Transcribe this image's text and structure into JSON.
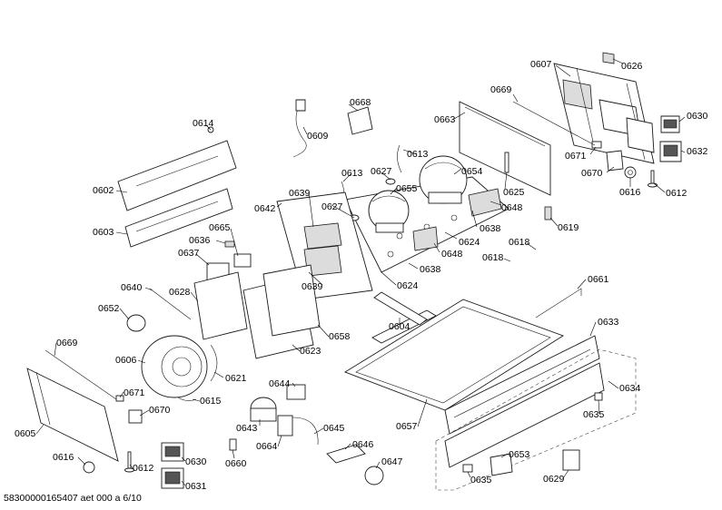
{
  "reference": "58300000165407 aet 000 a 6/10",
  "callouts": [
    {
      "id": "c0607",
      "text": "0607"
    },
    {
      "id": "c0626",
      "text": "0626"
    },
    {
      "id": "c0669a",
      "text": "0669"
    },
    {
      "id": "c0663",
      "text": "0663"
    },
    {
      "id": "c0630a",
      "text": "0630"
    },
    {
      "id": "c0632",
      "text": "0632"
    },
    {
      "id": "c0671a",
      "text": "0671"
    },
    {
      "id": "c0670a",
      "text": "0670"
    },
    {
      "id": "c0616a",
      "text": "0616"
    },
    {
      "id": "c0612a",
      "text": "0612"
    },
    {
      "id": "c0668",
      "text": "0668"
    },
    {
      "id": "c0609",
      "text": "0609"
    },
    {
      "id": "c0614",
      "text": "0614"
    },
    {
      "id": "c0613a",
      "text": "0613"
    },
    {
      "id": "c0613b",
      "text": "0613"
    },
    {
      "id": "c0627a",
      "text": "0627"
    },
    {
      "id": "c0654",
      "text": "0654"
    },
    {
      "id": "c0655",
      "text": "0655"
    },
    {
      "id": "c0625",
      "text": "0625"
    },
    {
      "id": "c0648a",
      "text": "0648"
    },
    {
      "id": "c0619",
      "text": "0619"
    },
    {
      "id": "c0602",
      "text": "0602"
    },
    {
      "id": "c0639a",
      "text": "0639"
    },
    {
      "id": "c0627b",
      "text": "0627"
    },
    {
      "id": "c0642",
      "text": "0642"
    },
    {
      "id": "c0638a",
      "text": "0638"
    },
    {
      "id": "c0624a",
      "text": "0624"
    },
    {
      "id": "c0618a",
      "text": "0618"
    },
    {
      "id": "c0618b",
      "text": "0618"
    },
    {
      "id": "c0648b",
      "text": "0648"
    },
    {
      "id": "c0638b",
      "text": "0638"
    },
    {
      "id": "c0603",
      "text": "0603"
    },
    {
      "id": "c0665",
      "text": "0665"
    },
    {
      "id": "c0636",
      "text": "0636"
    },
    {
      "id": "c0637",
      "text": "0637"
    },
    {
      "id": "c0661",
      "text": "0661"
    },
    {
      "id": "c0639b",
      "text": "0639"
    },
    {
      "id": "c0624b",
      "text": "0624"
    },
    {
      "id": "c0640",
      "text": "0640"
    },
    {
      "id": "c0628",
      "text": "0628"
    },
    {
      "id": "c0652",
      "text": "0652"
    },
    {
      "id": "c0604",
      "text": "0604"
    },
    {
      "id": "c0633",
      "text": "0633"
    },
    {
      "id": "c0623",
      "text": "0623"
    },
    {
      "id": "c0658",
      "text": "0658"
    },
    {
      "id": "c0669b",
      "text": "0669"
    },
    {
      "id": "c0606",
      "text": "0606"
    },
    {
      "id": "c0621",
      "text": "0621"
    },
    {
      "id": "c0634",
      "text": "0634"
    },
    {
      "id": "c0644",
      "text": "0644"
    },
    {
      "id": "c0671b",
      "text": "0671"
    },
    {
      "id": "c0615",
      "text": "0615"
    },
    {
      "id": "c0670b",
      "text": "0670"
    },
    {
      "id": "c0643",
      "text": "0643"
    },
    {
      "id": "c0645",
      "text": "0645"
    },
    {
      "id": "c0635a",
      "text": "0635"
    },
    {
      "id": "c0657",
      "text": "0657"
    },
    {
      "id": "c0605",
      "text": "0605"
    },
    {
      "id": "c0664",
      "text": "0664"
    },
    {
      "id": "c0646",
      "text": "0646"
    },
    {
      "id": "c0616b",
      "text": "0616"
    },
    {
      "id": "c0630b",
      "text": "0630"
    },
    {
      "id": "c0653",
      "text": "0653"
    },
    {
      "id": "c0612b",
      "text": "0612"
    },
    {
      "id": "c0660",
      "text": "0660"
    },
    {
      "id": "c0647",
      "text": "0647"
    },
    {
      "id": "c0631",
      "text": "0631"
    },
    {
      "id": "c0635b",
      "text": "0635"
    },
    {
      "id": "c0629",
      "text": "0629"
    }
  ]
}
